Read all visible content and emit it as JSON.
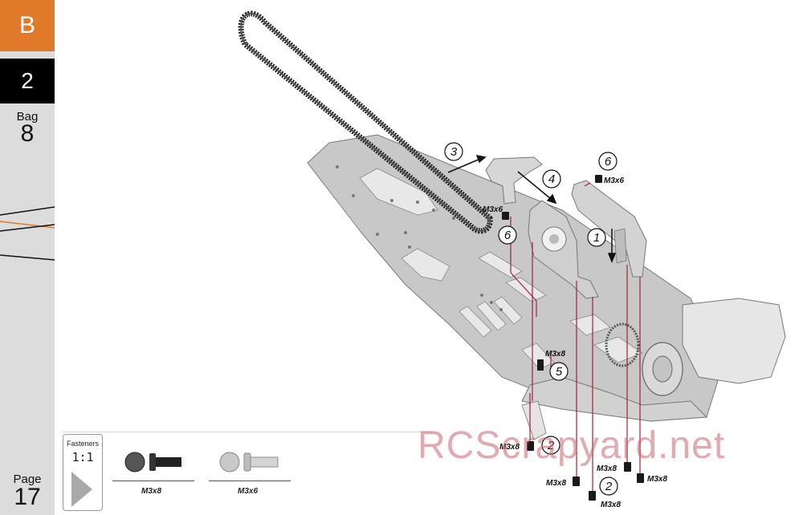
{
  "sidebar": {
    "section": "B",
    "step": "2",
    "bag_label": "Bag",
    "bag_number": "8",
    "page_label": "Page",
    "page_number": "17"
  },
  "fasteners_panel": {
    "title": "Fasteners",
    "scale": "1:1",
    "items": [
      {
        "label": "M3x8",
        "icon": "button-head-screw-icon"
      },
      {
        "label": "M3x6",
        "icon": "flat-head-screw-icon"
      }
    ]
  },
  "diagram": {
    "step_numbers": [
      "1",
      "2",
      "2",
      "3",
      "4",
      "5",
      "6",
      "6"
    ],
    "callouts": {
      "m3x6_top": "M3x6",
      "m3x6_left": "M3x6",
      "m3x8_mid": "M3x8",
      "m3x8_bl": "M3x8",
      "m3x8_b1": "M3x8",
      "m3x8_b2": "M3x8",
      "m3x8_b3": "M3x8",
      "m3x8_b4": "M3x8"
    }
  },
  "watermark": "RCScrapyard.net",
  "colors": {
    "accent": "#e07a2a",
    "sidebar": "#dcdcdc",
    "guide_lines": "#a0213b"
  }
}
